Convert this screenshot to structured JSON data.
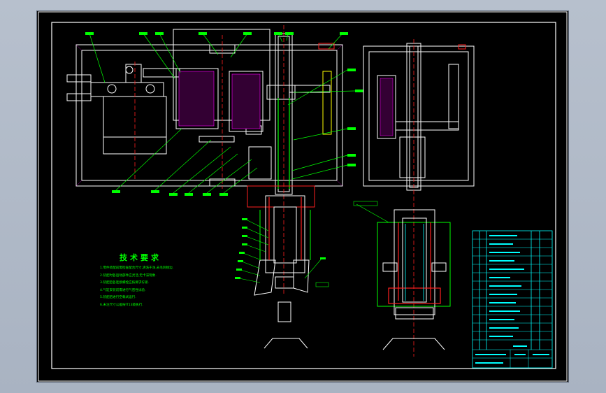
{
  "viewport": {
    "label": "CAD drawing view"
  },
  "tech_requirements": {
    "title": "技术要求",
    "items": [
      "1.零件装配前需检查配合尺寸,清洗干净,去毛刺锐边.",
      "2.装配时各运动部件应灵活,无卡滞现象.",
      "3.装配后各连接螺栓应按要求拧紧.",
      "4.气缸安装前需进行气密性试验.",
      "5.装配后进行空载试运行.",
      "6.未注尺寸公差按IT13级执行."
    ]
  },
  "colors": {
    "sheet": "#000000",
    "frame": "#ffffff",
    "green": "#00ff00",
    "cyan": "#00ffff",
    "red": "#ff2020",
    "yellow": "#ffff00",
    "magenta": "#ff00ff",
    "white": "#ffffff"
  }
}
